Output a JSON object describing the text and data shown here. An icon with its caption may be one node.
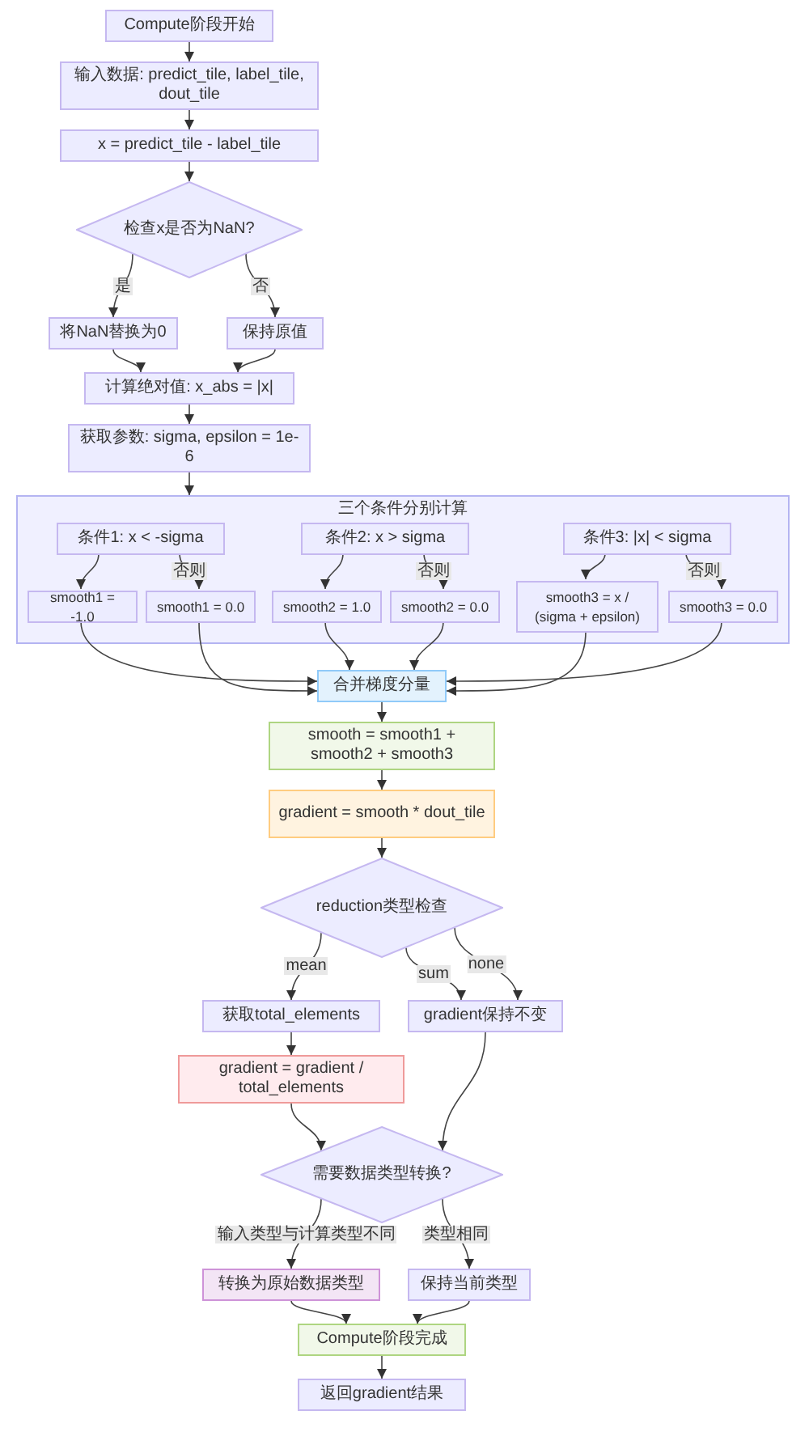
{
  "diagram": {
    "nodes": [
      {
        "text": [
          "Compute阶段开始"
        ]
      },
      {
        "text": [
          "输入数据: predict_tile, label_tile, dout_tile"
        ]
      },
      {
        "text": [
          "x = predict_tile - label_tile"
        ]
      },
      {
        "text": [
          "检查x是否为NaN?"
        ]
      },
      {
        "text": [
          "将NaN替换为0"
        ]
      },
      {
        "text": [
          "保持原值"
        ]
      },
      {
        "text": [
          "计算绝对值: x_abs = |x|"
        ]
      },
      {
        "text": [
          "获取参数: sigma, epsilon = 1e-6"
        ]
      },
      {
        "text": [
          "三个条件分别计算"
        ]
      },
      {
        "text": [
          "条件1: x < -sigma"
        ],
        "in": 8
      },
      {
        "text": [
          "条件2: x > sigma"
        ],
        "in": 8
      },
      {
        "text": [
          "条件3: |x| < sigma"
        ],
        "in": 8
      },
      {
        "text": [
          "smooth1 = -1.0"
        ],
        "in": 8
      },
      {
        "text": [
          "smooth1 = 0.0"
        ],
        "in": 8
      },
      {
        "text": [
          "smooth2 = 1.0"
        ],
        "in": 8
      },
      {
        "text": [
          "smooth2 = 0.0"
        ],
        "in": 8
      },
      {
        "text": [
          "smooth3 = x / (sigma + epsilon)"
        ],
        "in": 8
      },
      {
        "text": [
          "smooth3 = 0.0"
        ],
        "in": 8
      },
      {
        "text": [
          "合并梯度分量"
        ]
      },
      {
        "text": [
          "smooth = smooth1 + smooth2 + smooth3"
        ]
      },
      {
        "text": [
          "gradient = smooth * dout_tile"
        ]
      },
      {
        "text": [
          "reduction类型检查"
        ]
      },
      {
        "text": [
          "获取total_elements"
        ]
      },
      {
        "text": [
          "gradient保持不变"
        ]
      },
      {
        "text": [
          "gradient = gradient / total_elements"
        ]
      },
      {
        "text": [
          "需要数据类型转换?"
        ]
      },
      {
        "text": [
          "转换为原始数据类型"
        ]
      },
      {
        "text": [
          "保持当前类型"
        ]
      },
      {
        "text": [
          "Compute阶段完成"
        ]
      },
      {
        "text": [
          "返回gradient结果"
        ]
      }
    ],
    "edges": [
      {
        "from": 0,
        "to": 1,
        "arrow": "to"
      },
      {
        "from": 1,
        "to": 2,
        "arrow": "to"
      },
      {
        "from": 2,
        "to": 3,
        "arrow": "to"
      },
      {
        "from": 3,
        "to": 4,
        "arrow": "to",
        "label": "是"
      },
      {
        "from": 3,
        "to": 5,
        "arrow": "to",
        "label": "否"
      },
      {
        "from": 4,
        "to": 6,
        "arrow": "to"
      },
      {
        "from": 5,
        "to": 6,
        "arrow": "to"
      },
      {
        "from": 6,
        "to": 7,
        "arrow": "to"
      },
      {
        "from": 7,
        "to": 8,
        "arrow": "to"
      },
      {
        "from": 9,
        "to": 12,
        "arrow": "to"
      },
      {
        "from": 9,
        "to": 13,
        "arrow": "to",
        "label": "否则"
      },
      {
        "from": 10,
        "to": 14,
        "arrow": "to"
      },
      {
        "from": 10,
        "to": 15,
        "arrow": "to",
        "label": "否则"
      },
      {
        "from": 11,
        "to": 16,
        "arrow": "to"
      },
      {
        "from": 11,
        "to": 17,
        "arrow": "to",
        "label": "否则"
      },
      {
        "from": 12,
        "to": 18,
        "arrow": "to"
      },
      {
        "from": 13,
        "to": 18,
        "arrow": "to"
      },
      {
        "from": 14,
        "to": 18,
        "arrow": "to"
      },
      {
        "from": 15,
        "to": 18,
        "arrow": "to"
      },
      {
        "from": 16,
        "to": 18,
        "arrow": "to"
      },
      {
        "from": 17,
        "to": 18,
        "arrow": "to"
      },
      {
        "from": 18,
        "to": 19,
        "arrow": "to"
      },
      {
        "from": 19,
        "to": 20,
        "arrow": "to"
      },
      {
        "from": 20,
        "to": 21,
        "arrow": "to"
      },
      {
        "from": 21,
        "to": 22,
        "arrow": "to",
        "label": "mean"
      },
      {
        "from": 21,
        "to": 23,
        "arrow": "to",
        "label": "sum"
      },
      {
        "from": 21,
        "to": 23,
        "arrow": "to",
        "label": "none"
      },
      {
        "from": 22,
        "to": 24,
        "arrow": "to"
      },
      {
        "from": 24,
        "to": 25,
        "arrow": "to"
      },
      {
        "from": 23,
        "to": 25,
        "arrow": "to"
      },
      {
        "from": 25,
        "to": 26,
        "arrow": "to",
        "label": "输入类型与计算类型不同"
      },
      {
        "from": 25,
        "to": 27,
        "arrow": "to",
        "label": "类型相同"
      },
      {
        "from": 26,
        "to": 28,
        "arrow": "to"
      },
      {
        "from": 27,
        "to": 28,
        "arrow": "to"
      },
      {
        "from": 28,
        "to": 29,
        "arrow": "to"
      }
    ]
  }
}
